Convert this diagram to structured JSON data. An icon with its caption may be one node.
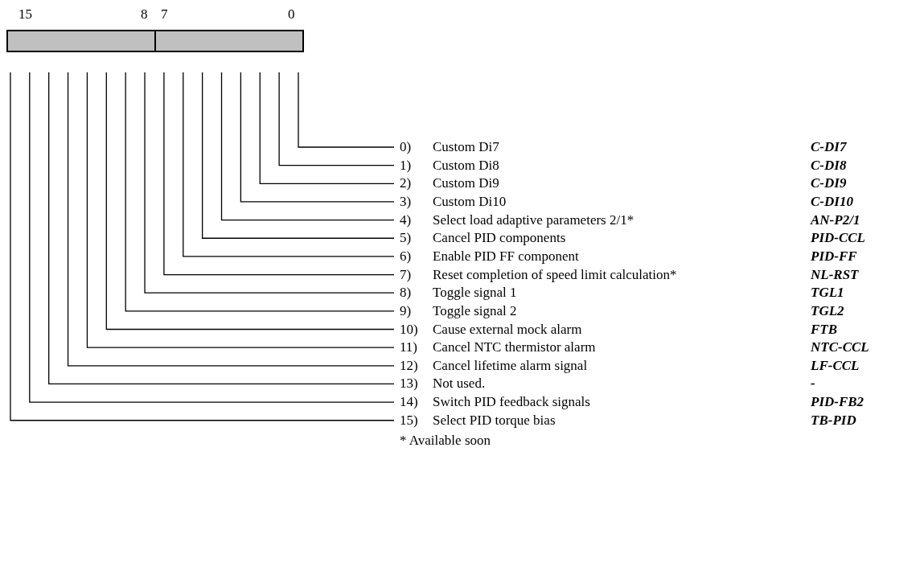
{
  "diagram": {
    "nodes": [
      {
        "text": [],
        "shape": "bar"
      },
      {
        "text": [],
        "shape": "bar"
      },
      {
        "text": [
          "0)",
          "Custom Di7",
          "C-DI7"
        ]
      },
      {
        "text": [
          "1)",
          "Custom Di8",
          "C-DI8"
        ]
      },
      {
        "text": [
          "2)",
          "Custom Di9",
          "C-DI9"
        ]
      },
      {
        "text": [
          "3)",
          "Custom Di10",
          "C-DI10"
        ]
      },
      {
        "text": [
          "4)",
          "Select load adaptive parameters 2/1*",
          "AN-P2/1"
        ]
      },
      {
        "text": [
          "5)",
          "Cancel PID components",
          "PID-CCL"
        ]
      },
      {
        "text": [
          "6)",
          "Enable PID FF component",
          "PID-FF"
        ]
      },
      {
        "text": [
          "7)",
          "Reset completion of speed limit calculation*",
          "NL-RST"
        ]
      },
      {
        "text": [
          "8)",
          "Toggle signal 1",
          "TGL1"
        ]
      },
      {
        "text": [
          "9)",
          "Toggle signal 2",
          "TGL2"
        ]
      },
      {
        "text": [
          "10)",
          "Cause external mock alarm",
          "FTB"
        ]
      },
      {
        "text": [
          "11)",
          "Cancel NTC thermistor alarm",
          "NTC-CCL"
        ]
      },
      {
        "text": [
          "12)",
          "Cancel lifetime alarm signal",
          "LF-CCL"
        ]
      },
      {
        "text": [
          "13)",
          "Not used.",
          "-"
        ]
      },
      {
        "text": [
          "14)",
          "Switch PID feedback signals",
          "PID-FB2"
        ]
      },
      {
        "text": [
          "15)",
          "Select PID torque bias",
          "TB-PID"
        ]
      }
    ],
    "edges": [
      {
        "from": 2,
        "to": null,
        "arrow": "none"
      },
      {
        "from": 3,
        "to": null,
        "arrow": "none"
      },
      {
        "from": 4,
        "to": null,
        "arrow": "none"
      },
      {
        "from": 5,
        "to": null,
        "arrow": "none"
      },
      {
        "from": 6,
        "to": null,
        "arrow": "none"
      },
      {
        "from": 7,
        "to": null,
        "arrow": "none"
      },
      {
        "from": 8,
        "to": null,
        "arrow": "none"
      },
      {
        "from": 9,
        "to": null,
        "arrow": "none"
      },
      {
        "from": 10,
        "to": null,
        "arrow": "none"
      },
      {
        "from": 11,
        "to": null,
        "arrow": "none"
      },
      {
        "from": 12,
        "to": null,
        "arrow": "none"
      },
      {
        "from": 13,
        "to": null,
        "arrow": "none"
      },
      {
        "from": 14,
        "to": null,
        "arrow": "none"
      },
      {
        "from": 15,
        "to": null,
        "arrow": "none"
      },
      {
        "from": 16,
        "to": null,
        "arrow": "none"
      },
      {
        "from": 17,
        "to": null,
        "arrow": "none"
      }
    ],
    "labels": [
      "15",
      "8",
      "7",
      "0",
      "* Available soon"
    ]
  }
}
